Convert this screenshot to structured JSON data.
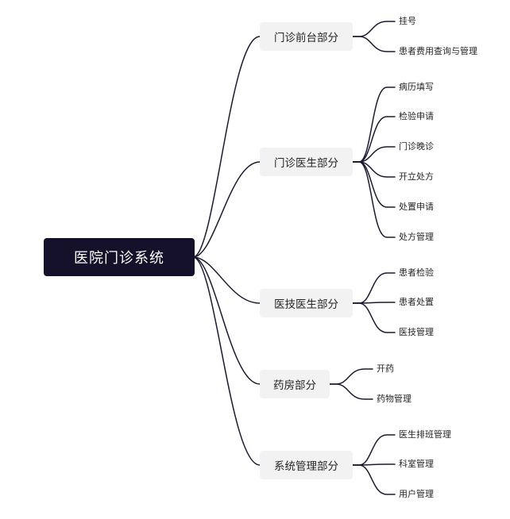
{
  "root": {
    "label": "医院门诊系统"
  },
  "branches": [
    {
      "label": "门诊前台部分",
      "children": [
        "挂号",
        "患者费用查询与管理"
      ]
    },
    {
      "label": "门诊医生部分",
      "children": [
        "病历填写",
        "检验申请",
        "门诊晚诊",
        "开立处方",
        "处置申请",
        "处方管理"
      ]
    },
    {
      "label": "医技医生部分",
      "children": [
        "患者检验",
        "患者处置",
        "医技管理"
      ]
    },
    {
      "label": "药房部分",
      "children": [
        "开药",
        "药物管理"
      ]
    },
    {
      "label": "系统管理部分",
      "children": [
        "医生排班管理",
        "科室管理",
        "用户管理"
      ]
    }
  ],
  "colors": {
    "root_fill": "#15112b",
    "root_text": "#ffffff",
    "branch_fill": "#f2f2f2",
    "branch_text": "#262626",
    "leaf_text": "#262626",
    "connector": "#1c1a30"
  }
}
